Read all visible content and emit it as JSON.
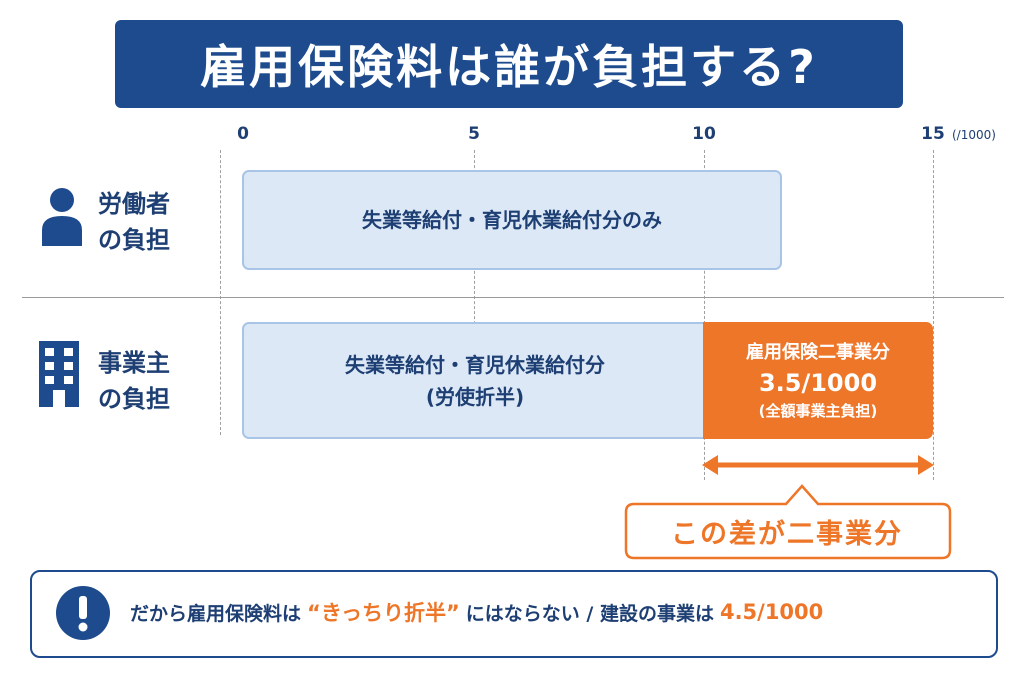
{
  "title": "雇用保険料は誰が負担する?",
  "axis": {
    "ticks": [
      "0",
      "5",
      "10",
      "15"
    ],
    "unit": "(/1000)"
  },
  "rows": {
    "worker": {
      "label_line1": "労働者",
      "label_line2": "の負担",
      "icon": "person-icon",
      "bar_text": "失業等給付・育児休業給付分のみ"
    },
    "employer": {
      "label_line1": "事業主",
      "label_line2": "の負担",
      "icon": "building-icon",
      "bar_text_line1": "失業等給付・育児休業給付分",
      "bar_text_line2": "(労使折半)",
      "extra_line1": "雇用保険二事業分",
      "extra_line2": "3.5/1000",
      "extra_line3": "(全額事業主負担)"
    }
  },
  "difference_label": "この差が二事業分",
  "note": {
    "icon": "exclamation-icon",
    "prefix": "だから雇用保険料は",
    "highlight": "“きっちり折半”",
    "middle": "にはならない / 建設の事業は",
    "value": "4.5/1000"
  },
  "colors": {
    "navy": "#1d4b8d",
    "light_bar": "#dce8f6",
    "orange": "#ee7628"
  }
}
